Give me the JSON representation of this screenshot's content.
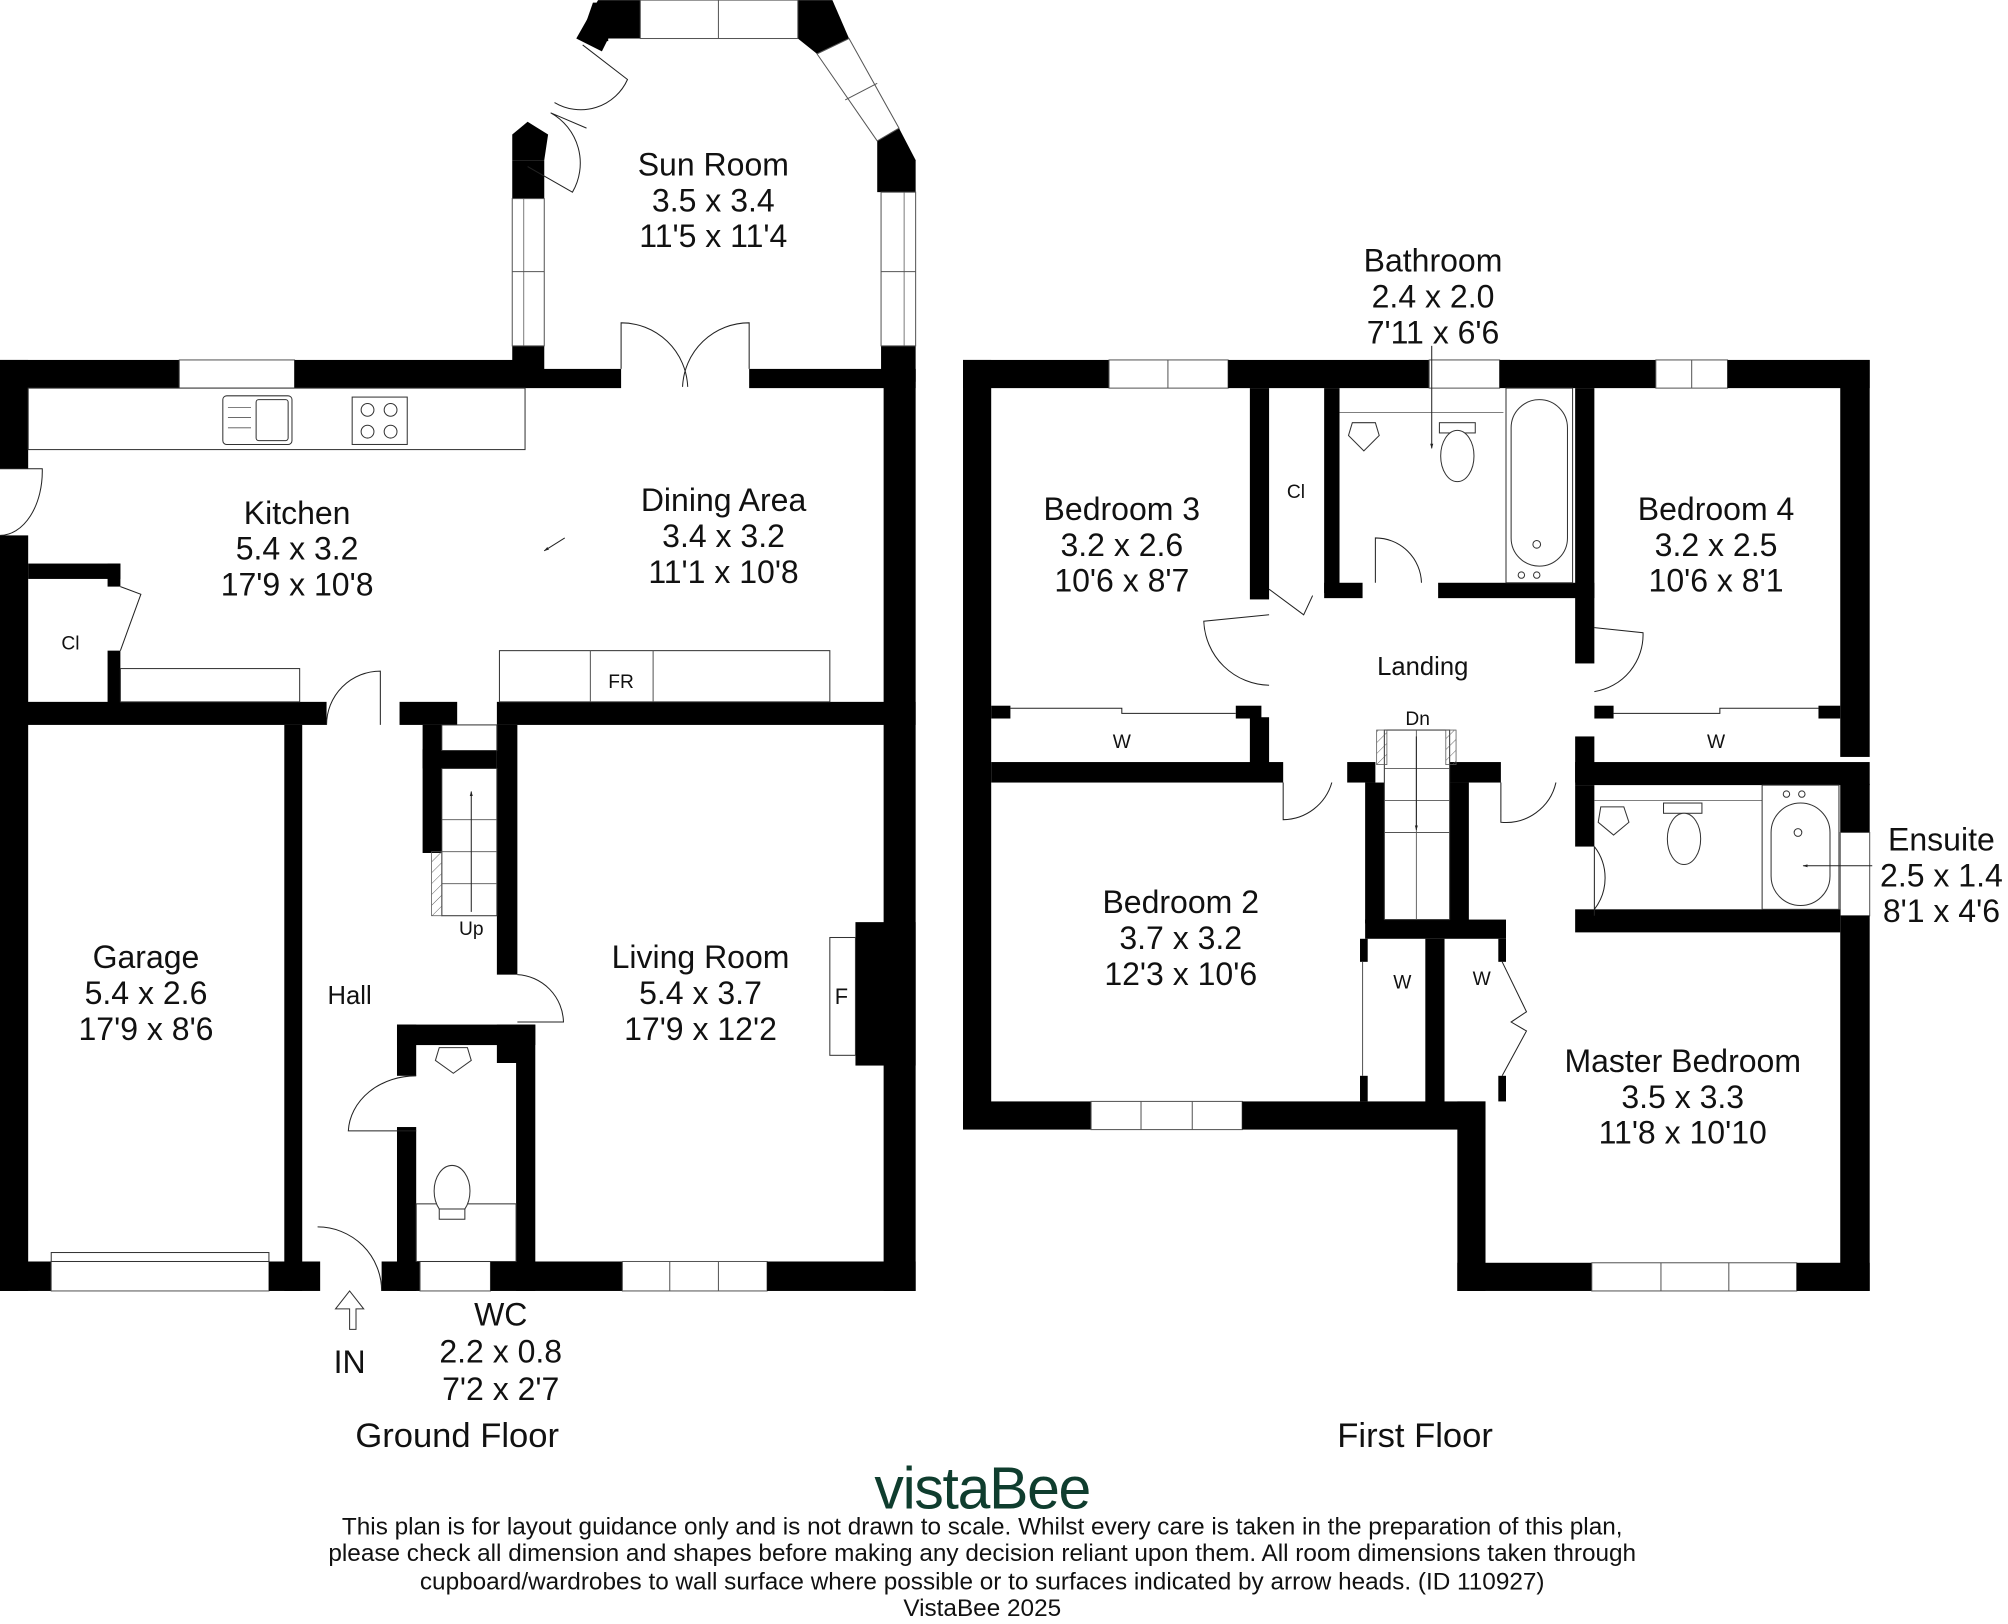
{
  "ground_floor": {
    "label": "Ground Floor",
    "rooms": {
      "sun_room": {
        "name": "Sun Room",
        "metric": "3.5 x 3.4",
        "imperial": "11'5 x 11'4"
      },
      "kitchen": {
        "name": "Kitchen",
        "metric": "5.4 x 3.2",
        "imperial": "17'9 x 10'8"
      },
      "dining_area": {
        "name": "Dining Area",
        "metric": "3.4 x 3.2",
        "imperial": "11'1 x 10'8"
      },
      "garage": {
        "name": "Garage",
        "metric": "5.4 x 2.6",
        "imperial": "17'9 x 8'6"
      },
      "hall": {
        "name": "Hall"
      },
      "living_room": {
        "name": "Living Room",
        "metric": "5.4 x 3.7",
        "imperial": "17'9 x 12'2"
      },
      "wc": {
        "name": "WC",
        "metric": "2.2 x 0.8",
        "imperial": "7'2 x 2'7"
      }
    },
    "markers": {
      "closet": "Cl",
      "fridge": "FR",
      "fireplace": "F",
      "stairs_up": "Up",
      "entrance": "IN"
    }
  },
  "first_floor": {
    "label": "First Floor",
    "rooms": {
      "bathroom": {
        "name": "Bathroom",
        "metric": "2.4 x 2.0",
        "imperial": "7'11 x 6'6"
      },
      "bedroom_3": {
        "name": "Bedroom 3",
        "metric": "3.2 x 2.6",
        "imperial": "10'6 x 8'7"
      },
      "bedroom_4": {
        "name": "Bedroom 4",
        "metric": "3.2 x 2.5",
        "imperial": "10'6 x 8'1"
      },
      "landing": {
        "name": "Landing"
      },
      "bedroom_2": {
        "name": "Bedroom 2",
        "metric": "3.7 x 3.2",
        "imperial": "12'3 x 10'6"
      },
      "ensuite": {
        "name": "Ensuite",
        "metric": "2.5 x 1.4",
        "imperial": "8'1 x 4'6"
      },
      "master_bedroom": {
        "name": "Master Bedroom",
        "metric": "3.5 x 3.3",
        "imperial": "11'8 x 10'10"
      }
    },
    "markers": {
      "closet": "Cl",
      "stairs_down": "Dn",
      "wardrobe": "W"
    }
  },
  "branding": {
    "logo": "vistaBee",
    "logo_color": "#0f3d2e"
  },
  "disclaimer": {
    "line1": "This plan is for layout guidance only and is not drawn to scale. Whilst every care is taken in the preparation of this plan,",
    "line2": "please check all dimension and shapes before making any decision reliant upon them. All room dimensions taken through",
    "line3": "cupboard/wardrobes to wall surface where possible or to surfaces indicated by arrow heads. (ID 110927)",
    "line4": "VistaBee 2025"
  }
}
